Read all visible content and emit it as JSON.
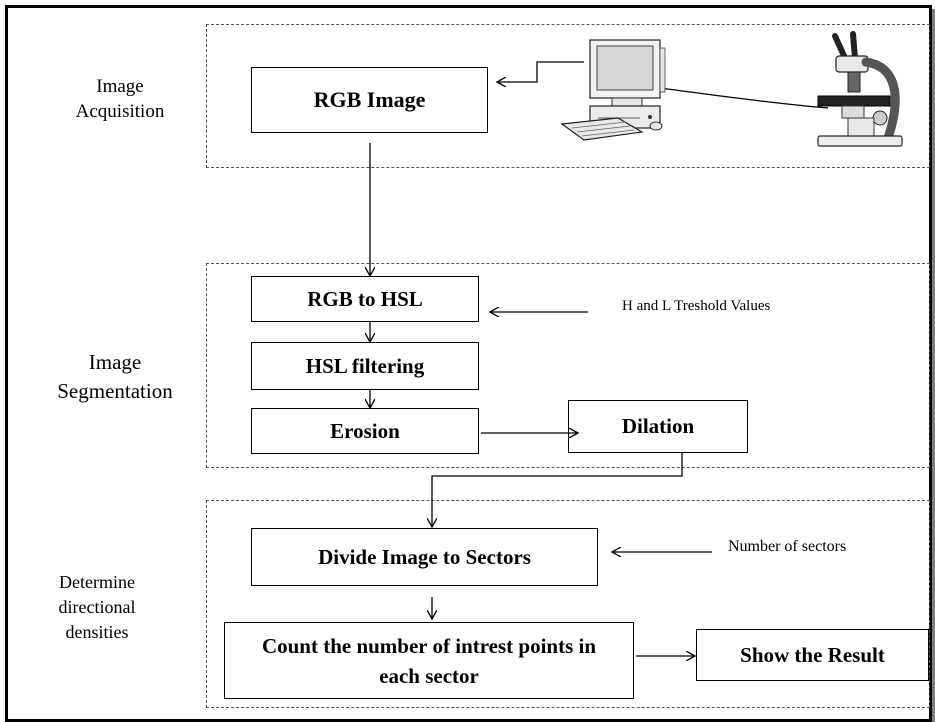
{
  "sections": {
    "acquisition": {
      "label": "Image Acquisition"
    },
    "segmentation": {
      "label": "Image Segmentation"
    },
    "densities": {
      "label": "Determine directional densities"
    }
  },
  "steps": {
    "rgb_image": "RGB Image",
    "rgb_to_hsl": "RGB to HSL",
    "hsl_filtering": "HSL filtering",
    "erosion": "Erosion",
    "dilation": "Dilation",
    "divide_sectors": "Divide Image to Sectors",
    "count_points": "Count the number of  intrest points in each sector",
    "show_result": "Show the Result"
  },
  "inputs": {
    "threshold": "H and L Treshold  Values",
    "sectors": "Number of sectors"
  },
  "icons": {
    "computer": "computer-icon",
    "microscope": "microscope-icon"
  }
}
